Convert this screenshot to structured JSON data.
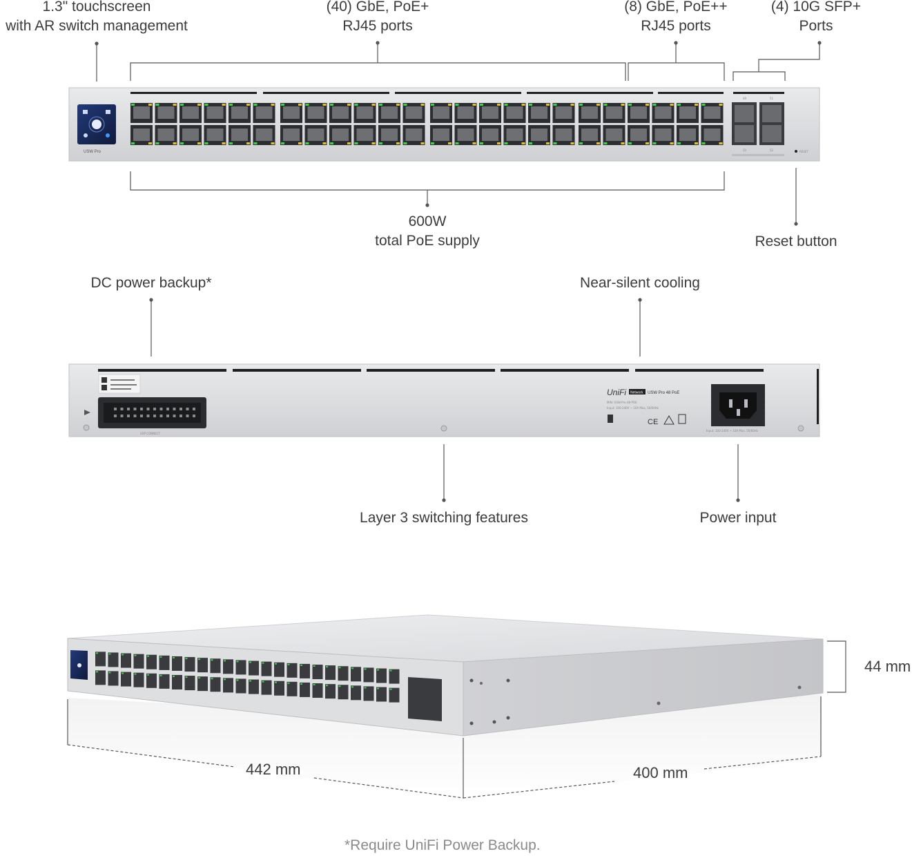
{
  "front": {
    "touchscreen": {
      "line1": "1.3\" touchscreen",
      "line2": "with AR switch management"
    },
    "gbe_poe": {
      "line1": "(40) GbE, PoE+",
      "line2": "RJ45 ports"
    },
    "gbe_poepp": {
      "line1": "(8) GbE, PoE++",
      "line2": "RJ45 ports"
    },
    "sfp": {
      "line1": "(4) 10G SFP+",
      "line2": "Ports"
    },
    "poe_supply": {
      "line1": "600W",
      "line2": "total PoE supply"
    },
    "reset": "Reset button",
    "brand_label": "USW Pro",
    "reset_mark": "RESET",
    "sfp_numbers": [
      "49",
      "51",
      "50",
      "52"
    ]
  },
  "back": {
    "dc_backup": "DC power backup*",
    "cooling": "Near-silent cooling",
    "layer3": "Layer 3 switching features",
    "power_input": "Power input",
    "usp_connect": "USP CONNECT",
    "brand": "UniFi",
    "brand_tag": "Network",
    "model": "USW Pro 48 PoE",
    "model_line": "M/N: USW-Pro-48-POE",
    "input_line": "Input: 100-240V ~ 10A Max, 50/60Hz",
    "power_rating": "Input: 100-240V ~ 10A Max, 50/60Hz",
    "cert_marks": "CE"
  },
  "dimensions": {
    "height": "44 mm",
    "width": "442 mm",
    "depth": "400 mm"
  },
  "footnote": "*Require UniFi Power Backup.",
  "colors": {
    "led_green": "#3fd24a",
    "led_amber": "#e0c23a",
    "chassis": "#d9dadc",
    "screen": "#1a2a55"
  }
}
